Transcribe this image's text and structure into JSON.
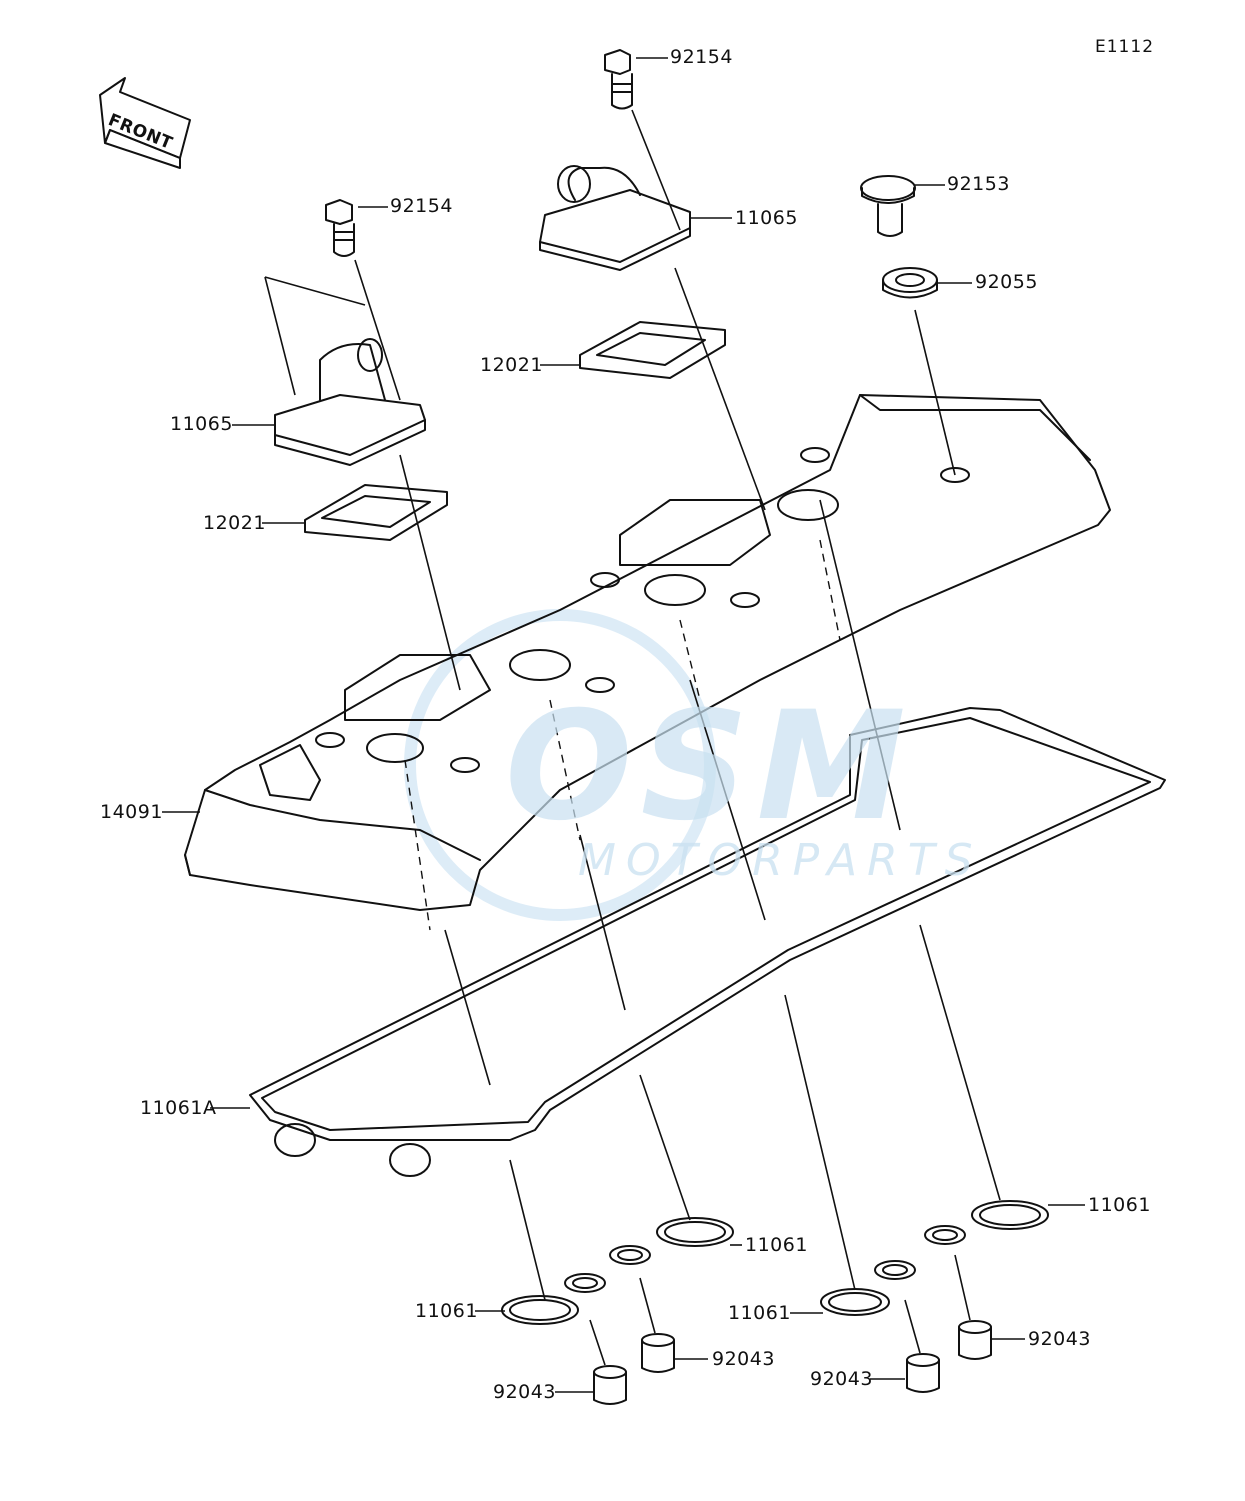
{
  "diagram_code": "E1112",
  "front_arrow_text": "FRONT",
  "watermark": {
    "logo": "OSM",
    "sub": "MOTORPARTS"
  },
  "labels": {
    "bolt_center_top": "92154",
    "bolt_left": "92154",
    "bolt_right": "92153",
    "washer_right": "92055",
    "breather_cover_center": "11065",
    "breather_cover_left": "11065",
    "plate_center": "12021",
    "plate_left": "12021",
    "cylinder_head_cover": "14091",
    "cover_gasket": "11061A",
    "gasket_right_top": "11061",
    "gasket_center": "11061",
    "gasket_left": "11061",
    "gasket_right_mid": "11061",
    "dowel_center": "92043",
    "dowel_right_mid": "92043",
    "dowel_right": "92043",
    "dowel_left": "92043"
  }
}
